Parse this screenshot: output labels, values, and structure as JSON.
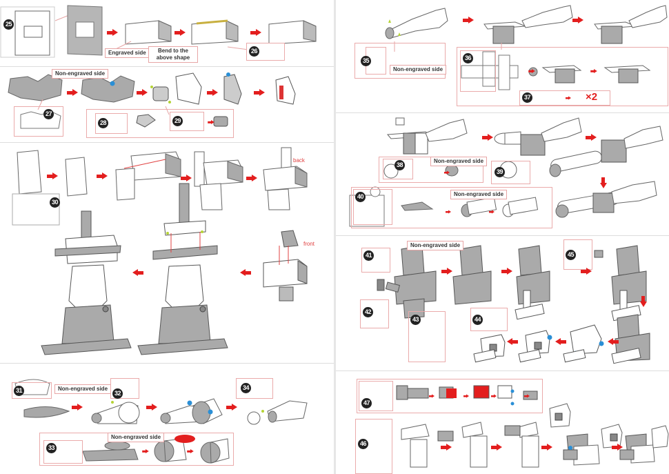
{
  "document": {
    "type": "metal model assembly instructions",
    "pages": 2
  },
  "colors": {
    "arrow": "#e31e1e",
    "callout_border": "#e7a5a5",
    "part_gray": "#a8a8a8",
    "step_badge": "#222222",
    "marker_blue": "#2a8fd6",
    "marker_green": "#b5d334",
    "fill_red": "#e31e1e"
  },
  "left_page": {
    "panels": [
      {
        "id": "panel-25-26",
        "steps": [
          "25",
          "26"
        ],
        "labels": {
          "engraved": "Engraved side",
          "bend": "Bend to the above shape"
        }
      },
      {
        "id": "panel-27-29",
        "steps": [
          "27",
          "28",
          "29"
        ],
        "labels": {
          "non_engraved": "Non-engraved side"
        }
      },
      {
        "id": "panel-30",
        "steps": [
          "30"
        ],
        "labels": {
          "back": "back",
          "front": "front"
        }
      },
      {
        "id": "panel-31-34",
        "steps": [
          "31",
          "32",
          "33",
          "34"
        ],
        "labels": {
          "non_engraved_1": "Non-engraved side",
          "non_engraved_2": "Non-engraved side"
        }
      }
    ]
  },
  "right_page": {
    "panels": [
      {
        "id": "panel-35-37",
        "steps": [
          "35",
          "36",
          "37"
        ],
        "labels": {
          "non_engraved": "Non-engraved side",
          "multiplier": "×2"
        }
      },
      {
        "id": "panel-38-40",
        "steps": [
          "38",
          "39",
          "40"
        ],
        "labels": {
          "non_engraved_1": "Non-engraved side",
          "non_engraved_2": "Non-engraved side"
        }
      },
      {
        "id": "panel-41-45",
        "steps": [
          "41",
          "42",
          "43",
          "44",
          "45"
        ],
        "labels": {
          "non_engraved": "Non-engraved side"
        }
      },
      {
        "id": "panel-46-47",
        "steps": [
          "46",
          "47"
        ],
        "labels": {}
      }
    ]
  }
}
